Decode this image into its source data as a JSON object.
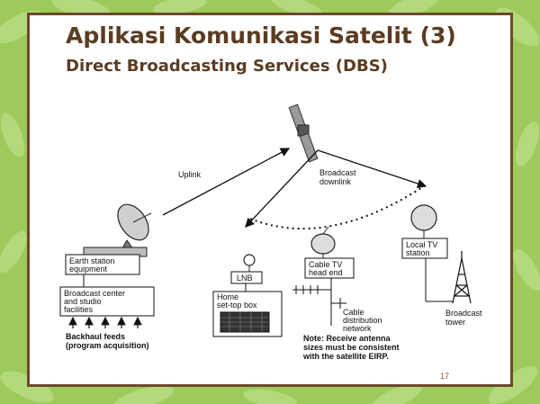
{
  "slide": {
    "title": "Aplikasi Komunikasi Satelit (3)",
    "subtitle": "Direct Broadcasting Services (DBS)",
    "page_number": "17"
  },
  "diagram": {
    "uplink_label": "Uplink",
    "downlink_label_line1": "Broadcast",
    "downlink_label_line2": "downlink",
    "earth_station_line1": "Earth station",
    "earth_station_line2": "equipment",
    "broadcast_center_line1": "Broadcast center",
    "broadcast_center_line2": "and studio",
    "broadcast_center_line3": "facilities",
    "backhaul_line1": "Backhaul feeds",
    "backhaul_line2": "(program acquisition)",
    "lnb_label": "LNB",
    "home_box_line1": "Home",
    "home_box_line2": "set-top box",
    "cable_tv_line1": "Cable TV",
    "cable_tv_line2": "head end",
    "cable_network_line1": "Cable",
    "cable_network_line2": "distribution",
    "cable_network_line3": "network",
    "local_tv_line1": "Local TV",
    "local_tv_line2": "station",
    "broadcast_tower_line1": "Broadcast",
    "broadcast_tower_line2": "tower",
    "note_line1": "Note: Receive antenna",
    "note_line2": "sizes must be consistent",
    "note_line3": "with the satellite EIRP."
  },
  "colors": {
    "background_green": "#9ccb5b",
    "frame_brown": "#6b4a2b",
    "title_brown": "#5a3c22",
    "leaf_green": "#b9dc82"
  }
}
